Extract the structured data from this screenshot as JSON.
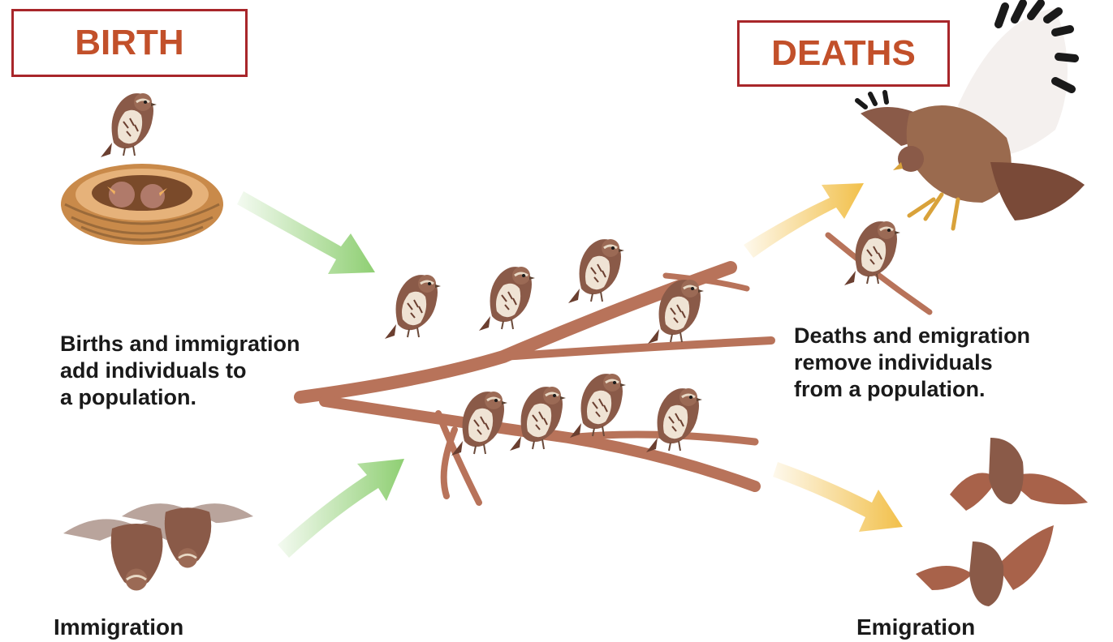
{
  "labels": {
    "birth": "BIRTH",
    "deaths": "DEATHS"
  },
  "captions": {
    "left": [
      "Births and immigration",
      "add individuals to",
      "a population."
    ],
    "right": [
      "Deaths and emigration",
      "remove individuals",
      "from a population."
    ]
  },
  "bottom": {
    "immigration": "Immigration",
    "emigration": "Emigration"
  },
  "colors": {
    "label_border": "#a8262a",
    "label_text": "#c2502a",
    "inflow_arrow": "#8fcf73",
    "outflow_arrow": "#f2c04a",
    "branch": "#b8735a",
    "sparrow": "#8a5a48",
    "nest": "#c98a4a",
    "hawk": "#9a6a4e"
  },
  "icons": [
    "nest-icon",
    "sparrow-icon",
    "hawk-icon",
    "branch-icon",
    "arrow-icon"
  ]
}
